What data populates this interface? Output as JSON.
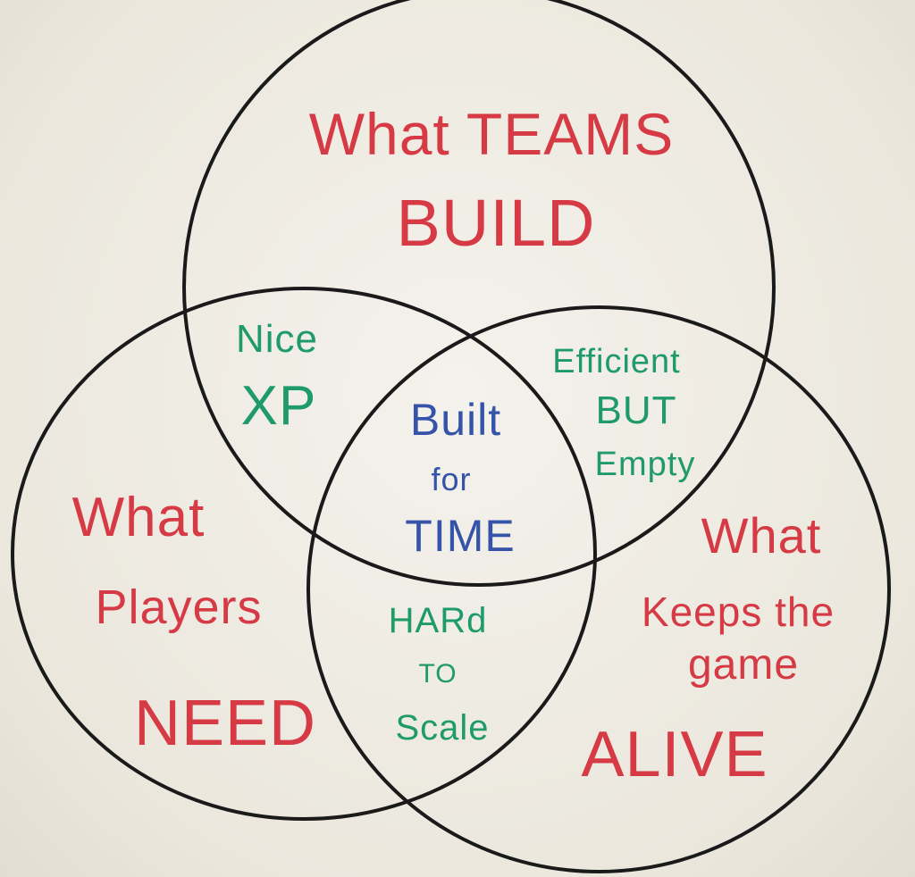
{
  "colors": {
    "outline": "#1a1a1a",
    "red": "#d63a44",
    "green": "#1f9a6a",
    "blue": "#3553a8",
    "board": "#eeebe3"
  },
  "circles": {
    "top": {
      "line1": "What TEAMS",
      "line2": "BUILD"
    },
    "left": {
      "line1": "What",
      "line2": "Players",
      "line3": "NEED"
    },
    "right": {
      "line1": "What",
      "line2": "Keeps the",
      "line3": "game",
      "line4": "ALIVE"
    }
  },
  "overlaps": {
    "top_left": {
      "line1": "Nice",
      "line2": "XP"
    },
    "top_right": {
      "line1": "Efficient",
      "line2": "BUT",
      "line3": "Empty"
    },
    "left_right": {
      "line1": "HARd",
      "line2": "TO",
      "line3": "Scale"
    },
    "center": {
      "line1": "Built",
      "line2": "for",
      "line3": "TIME"
    }
  }
}
